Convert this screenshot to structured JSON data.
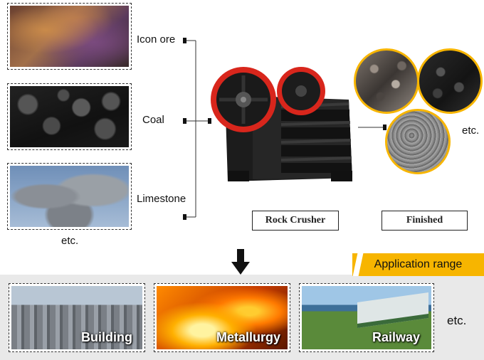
{
  "inputs": [
    {
      "label": "Icon ore"
    },
    {
      "label": "Coal"
    },
    {
      "label": "Limestone"
    }
  ],
  "inputs_etc": "etc.",
  "machine_label": "Rock Crusher",
  "finished_label": "Finished",
  "finished_etc": "etc.",
  "application_range_title": "Application range",
  "applications": [
    {
      "label": "Building"
    },
    {
      "label": "Metallurgy"
    },
    {
      "label": "Railway"
    }
  ],
  "applications_etc": "etc.",
  "colors": {
    "accent": "#f7b500",
    "crusher_red": "#d8261c",
    "crusher_body": "#1c1c1c",
    "band": "#e9e9e9"
  }
}
